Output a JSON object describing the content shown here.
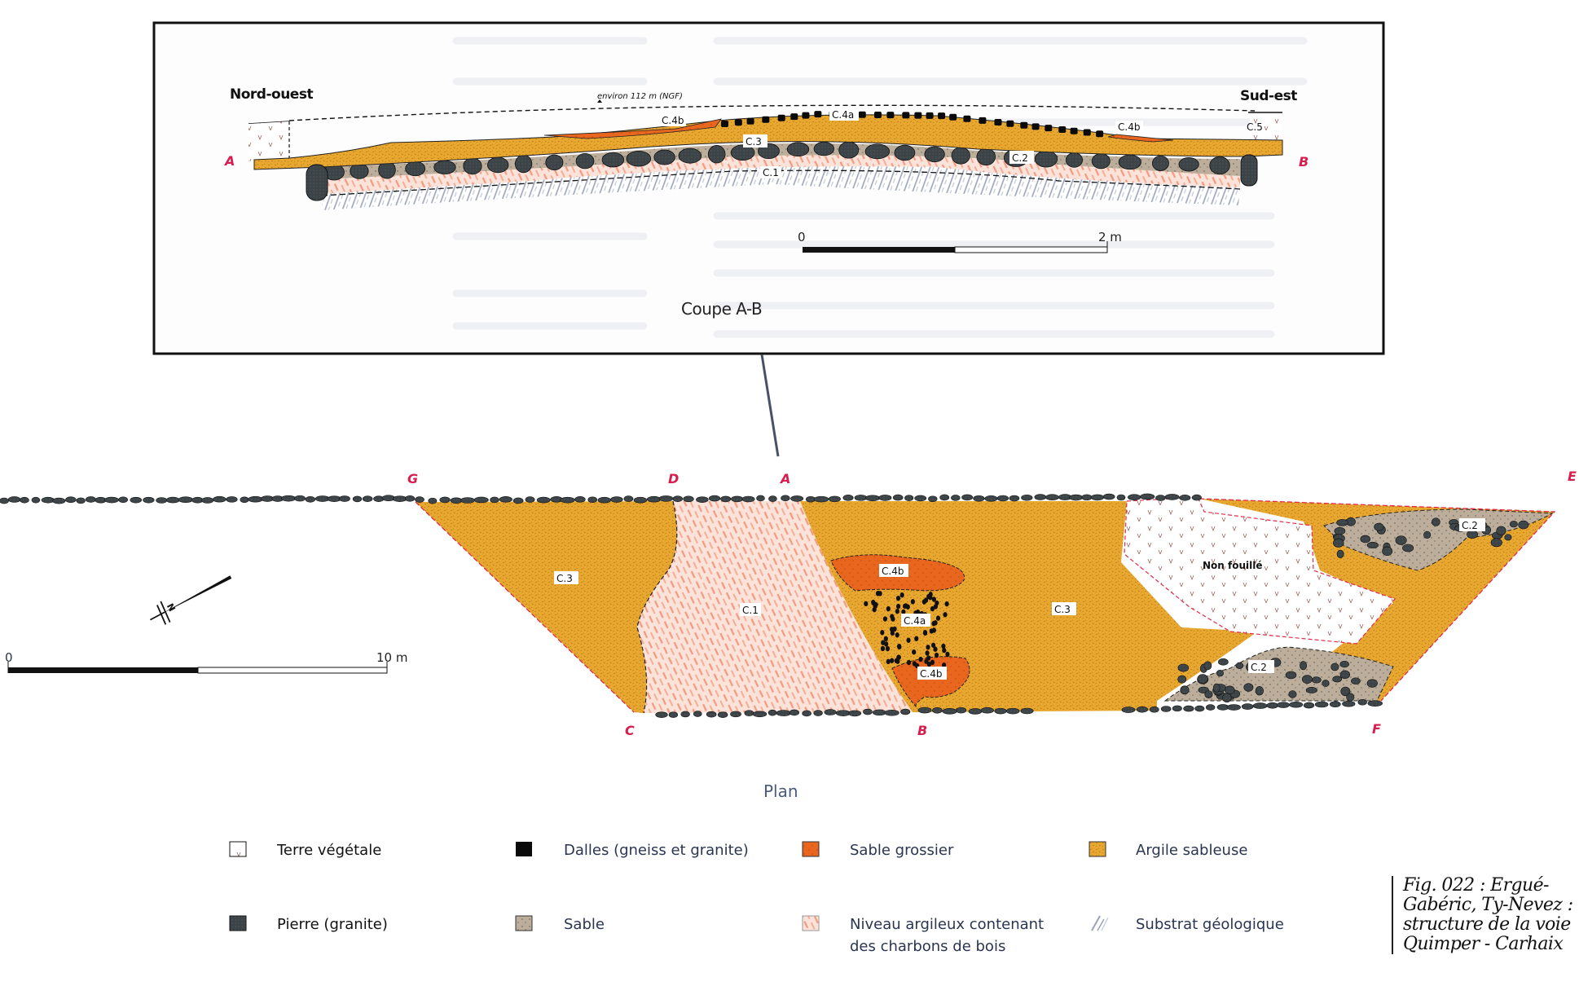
{
  "figure": {
    "caption_lines": [
      "Fig. 022 : Ergué-",
      "Gabéric, Ty-Nevez :",
      "structure de la voie",
      "Quimper - Carhaix"
    ]
  },
  "section": {
    "title": "Coupe A-B",
    "left_direction": "Nord-ouest",
    "right_direction": "Sud-est",
    "elevation_note": "environ 112 m (NGF)",
    "endpoint_left": "A",
    "endpoint_right": "B",
    "layer_labels": {
      "c1": "C.1",
      "c2": "C.2",
      "c3": "C.3",
      "c4a": "C.4a",
      "c4b_left": "C.4b",
      "c4b_right": "C.4b",
      "c5": "C.5"
    },
    "scale": {
      "start": "0",
      "end": "2 m",
      "length_m": 2
    }
  },
  "plan": {
    "title": "Plan",
    "points": {
      "G": "G",
      "D": "D",
      "A": "A",
      "E": "E",
      "C": "C",
      "B": "B",
      "F": "F"
    },
    "zone_labels": {
      "c3_left": "C.3",
      "c1": "C.1",
      "c4b_top": "C.4b",
      "c4a": "C.4a",
      "c4b_bottom": "C.4b",
      "c3_center": "C.3",
      "unexcavated": "Non fouillé",
      "c2_top": "C.2",
      "c2_bottom": "C.2"
    },
    "north_label": "N",
    "scale": {
      "start": "0",
      "end": "10 m",
      "length_m": 10
    }
  },
  "legend": {
    "items": [
      {
        "key": "terre",
        "label": "Terre végétale",
        "color": "#ffffff"
      },
      {
        "key": "dalles",
        "label": "Dalles (gneiss et granite)",
        "color": "#0a0a0a"
      },
      {
        "key": "sable_grossier",
        "label": "Sable grossier",
        "color": "#e8661e"
      },
      {
        "key": "argile",
        "label": "Argile sableuse",
        "color": "#e8a830"
      },
      {
        "key": "pierre",
        "label": "Pierre (granite)",
        "color": "#3c4447"
      },
      {
        "key": "sable",
        "label": "Sable",
        "color": "#bcae9a"
      },
      {
        "key": "niveau",
        "label": "Niveau argileux contenant",
        "label2": "des charbons de bois",
        "color": "#f6c6b8"
      },
      {
        "key": "substrat",
        "label": "Substrat géologique",
        "color": "#a8b0c4"
      }
    ]
  },
  "colors": {
    "point_label": "#d81e4e",
    "argile": "#e8a830",
    "sable_grossier": "#e8661e",
    "niveau": "#f6c6b8",
    "niveau_stroke": "#f29a80",
    "sable": "#bcae9a",
    "pierre": "#3c4447",
    "boundary": "#e02a4a"
  }
}
